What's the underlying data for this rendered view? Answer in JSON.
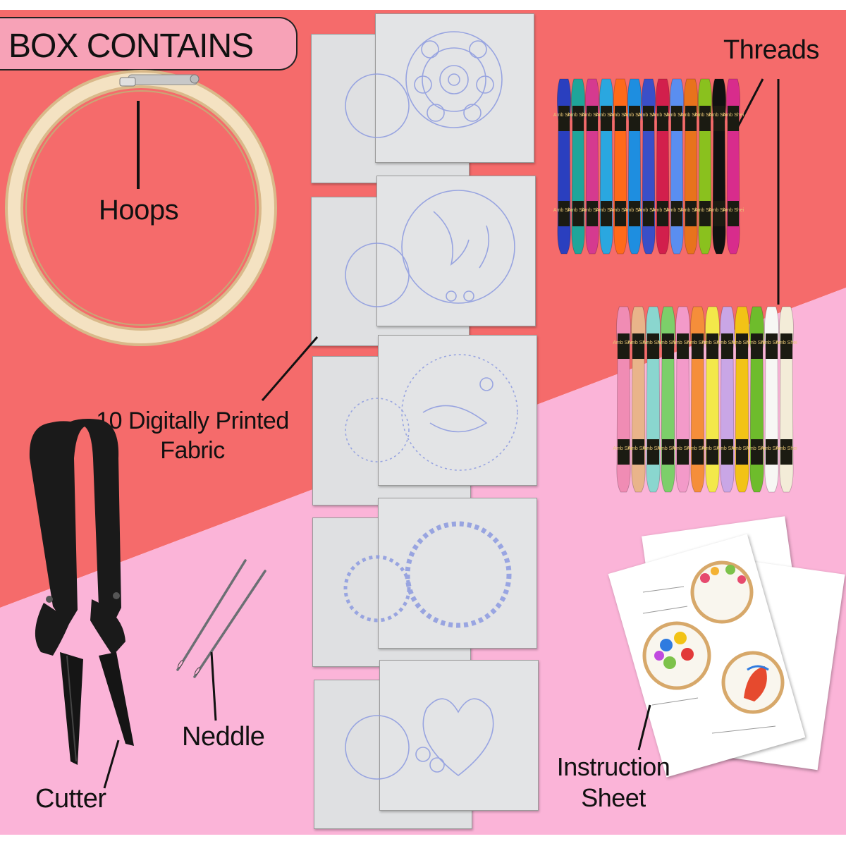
{
  "title": "BOX CONTAINS",
  "labels": {
    "hoops": "Hoops",
    "threads": "Threads",
    "fabric_line1": "10 Digitally Printed",
    "fabric_line2": "Fabric",
    "cutter": "Cutter",
    "needle": "Neddle",
    "instruction_line1": "Instruction",
    "instruction_line2": "Sheet"
  },
  "skein_brand": "Amb Shei",
  "colors": {
    "coral": "#f56b6b",
    "pink": "#fbb4d8",
    "title_box": "#f7a2b7",
    "hoop_wood": "#f0d9b0"
  },
  "thread_colors_top": [
    "#2a3fbf",
    "#1fa59a",
    "#d53a8f",
    "#2aa7e0",
    "#ff6a1a",
    "#1e8ee0",
    "#3a4fc8",
    "#d21f4c",
    "#5a8ef0",
    "#e8731c",
    "#8ac11e",
    "#111111",
    "#d82c8c"
  ],
  "thread_colors_bottom": [
    "#f08cb4",
    "#e9b48a",
    "#8ad6cf",
    "#7ccf6a",
    "#f39ac9",
    "#f58e3a",
    "#f3e84a",
    "#c9a6e6",
    "#f2c316",
    "#6ebc2c",
    "#f7f7f4",
    "#f3ecd8"
  ]
}
